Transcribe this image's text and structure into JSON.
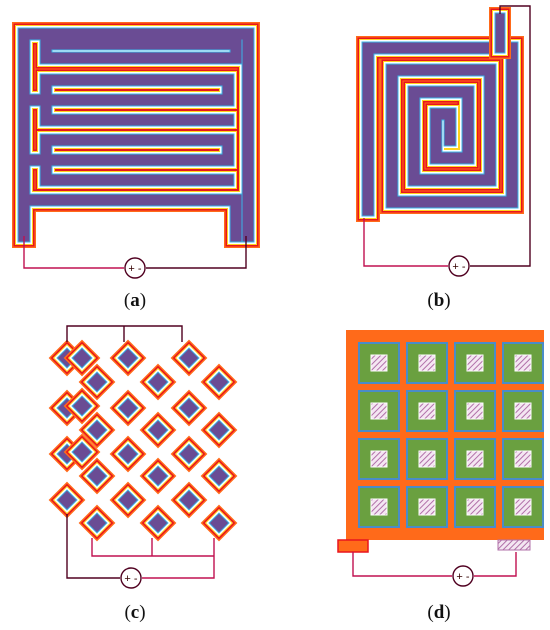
{
  "panels": [
    {
      "id": "a",
      "caption_letter": "a"
    },
    {
      "id": "b",
      "caption_letter": "b"
    },
    {
      "id": "c",
      "caption_letter": "c"
    },
    {
      "id": "d",
      "caption_letter": "d"
    }
  ],
  "source_symbol": "+ -",
  "colors": {
    "outer_orange": "#ff6a1a",
    "red": "#e8141e",
    "yellow": "#ffd21e",
    "white": "#ffffff",
    "cyan": "#3ab4e8",
    "purple": "#6a4c94",
    "green": "#6aa040",
    "hatch_pink": "#c890c0",
    "wire": "#c01050",
    "wire_dark": "#500020"
  }
}
